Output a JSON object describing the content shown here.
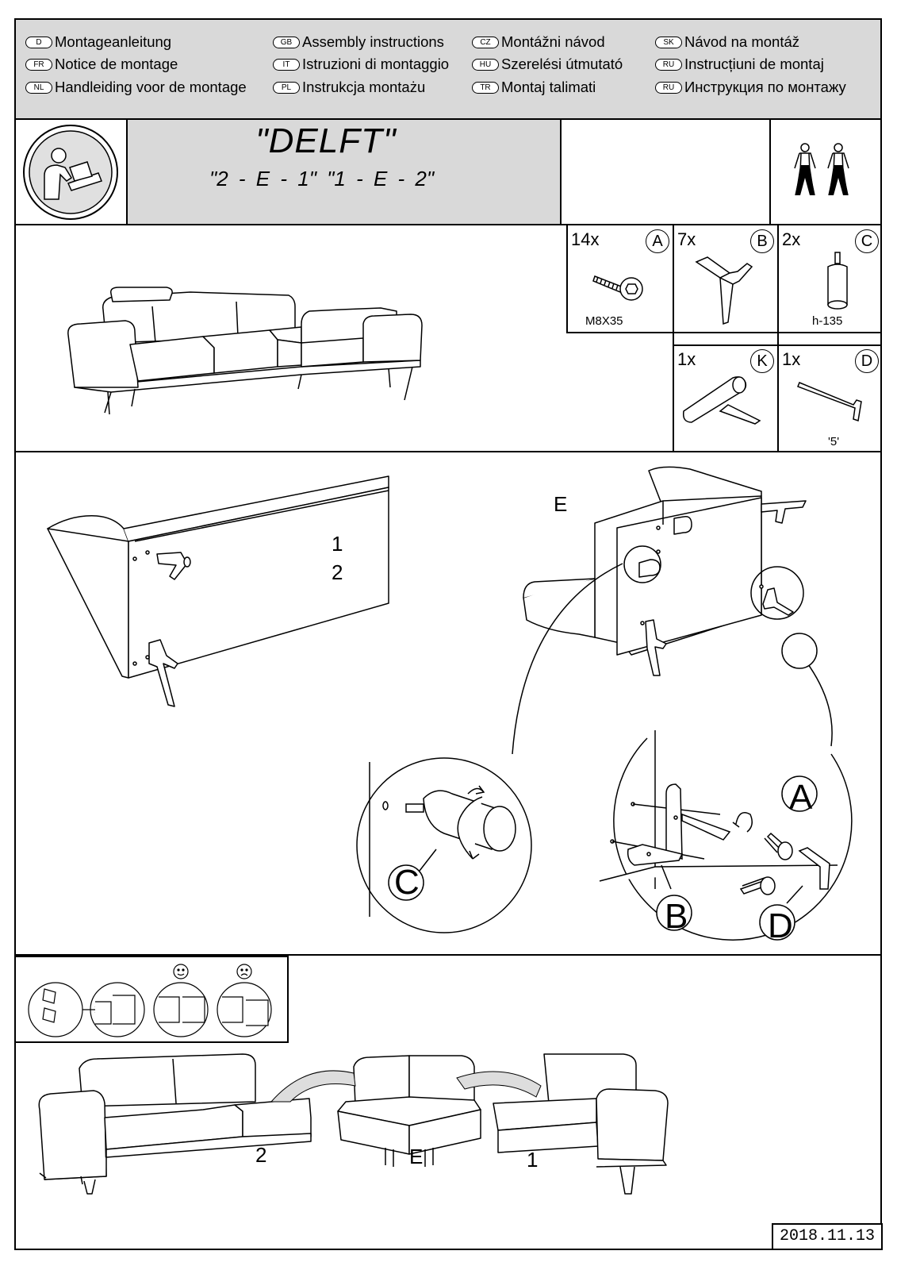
{
  "languages": [
    {
      "code": "D",
      "label": "Montageanleitung"
    },
    {
      "code": "GB",
      "label": "Assembly instructions"
    },
    {
      "code": "CZ",
      "label": "Montážni návod"
    },
    {
      "code": "SK",
      "label": "Návod na montáž"
    },
    {
      "code": "FR",
      "label": "Notice de montage"
    },
    {
      "code": "IT",
      "label": "Istruzioni di montaggio"
    },
    {
      "code": "HU",
      "label": "Szerelési útmutató"
    },
    {
      "code": "RU",
      "label": "Instrucțiuni de montaj"
    },
    {
      "code": "NL",
      "label": "Handleiding voor de montage"
    },
    {
      "code": "PL",
      "label": "Instrukcja montażu"
    },
    {
      "code": "TR",
      "label": "Montaj talimati"
    },
    {
      "code": "RU",
      "label": "Инструкция по монтажу"
    }
  ],
  "product": {
    "name": "\"DELFT\"",
    "variants": "\"2 - E - 1\"   \"1 - E - 2\""
  },
  "parts": [
    {
      "qty": "14x",
      "id": "A",
      "caption": "M8X35"
    },
    {
      "qty": "7x",
      "id": "B",
      "caption": ""
    },
    {
      "qty": "2x",
      "id": "C",
      "caption": "h-135"
    },
    {
      "qty": "1x",
      "id": "K",
      "caption": ""
    },
    {
      "qty": "1x",
      "id": "D",
      "caption": "'5'"
    }
  ],
  "step1": {
    "module_labels": [
      "1",
      "2"
    ],
    "corner_label": "E",
    "detail_labels": [
      "C",
      "A",
      "B",
      "D"
    ]
  },
  "step2": {
    "module_labels": [
      "2",
      "E",
      "1"
    ]
  },
  "date": "2018.11.13"
}
